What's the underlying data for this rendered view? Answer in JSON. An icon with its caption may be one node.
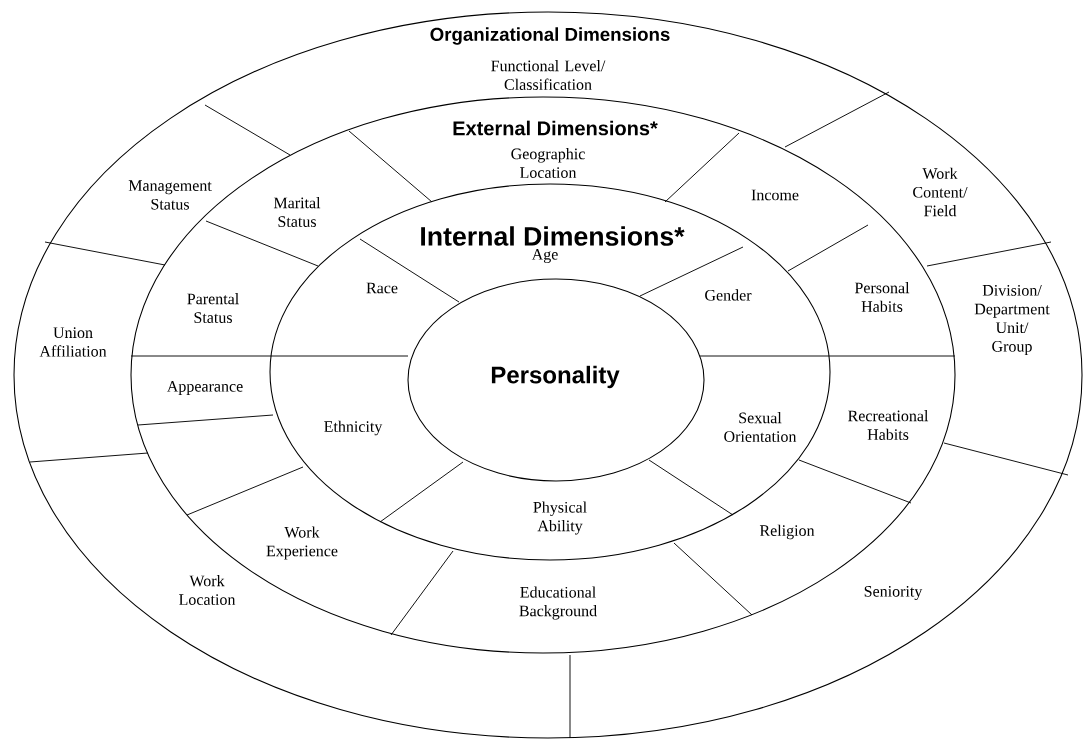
{
  "diagram": {
    "nodes": [
      {
        "text": [
          "Organizational Dimensions",
          "Functional Level/ Classification"
        ]
      },
      {
        "text": [
          "Management Status"
        ]
      },
      {
        "text": [
          "Union Affiliation"
        ]
      },
      {
        "text": [
          "Work Location"
        ]
      },
      {
        "text": [
          "Seniority"
        ]
      },
      {
        "text": [
          "Division/ Department Unit/ Group"
        ]
      },
      {
        "text": [
          "Work Content/ Field"
        ]
      },
      {
        "text": [
          "External Dimensions*",
          "Geographic Location"
        ]
      },
      {
        "text": [
          "Marital Status"
        ]
      },
      {
        "text": [
          "Parental Status"
        ]
      },
      {
        "text": [
          "Appearance"
        ]
      },
      {
        "text": [
          "Work Experience"
        ]
      },
      {
        "text": [
          "Educational Background"
        ]
      },
      {
        "text": [
          "Religion"
        ]
      },
      {
        "text": [
          "Recreational Habits"
        ]
      },
      {
        "text": [
          "Personal Habits"
        ]
      },
      {
        "text": [
          "Income"
        ]
      },
      {
        "text": [
          "Internal Dimensions*",
          "Age"
        ]
      },
      {
        "text": [
          "Race"
        ]
      },
      {
        "text": [
          "Gender"
        ]
      },
      {
        "text": [
          "Ethnicity"
        ]
      },
      {
        "text": [
          "Physical Ability"
        ]
      },
      {
        "text": [
          "Sexual Orientation"
        ]
      },
      {
        "text": [
          "Personality"
        ]
      }
    ]
  }
}
